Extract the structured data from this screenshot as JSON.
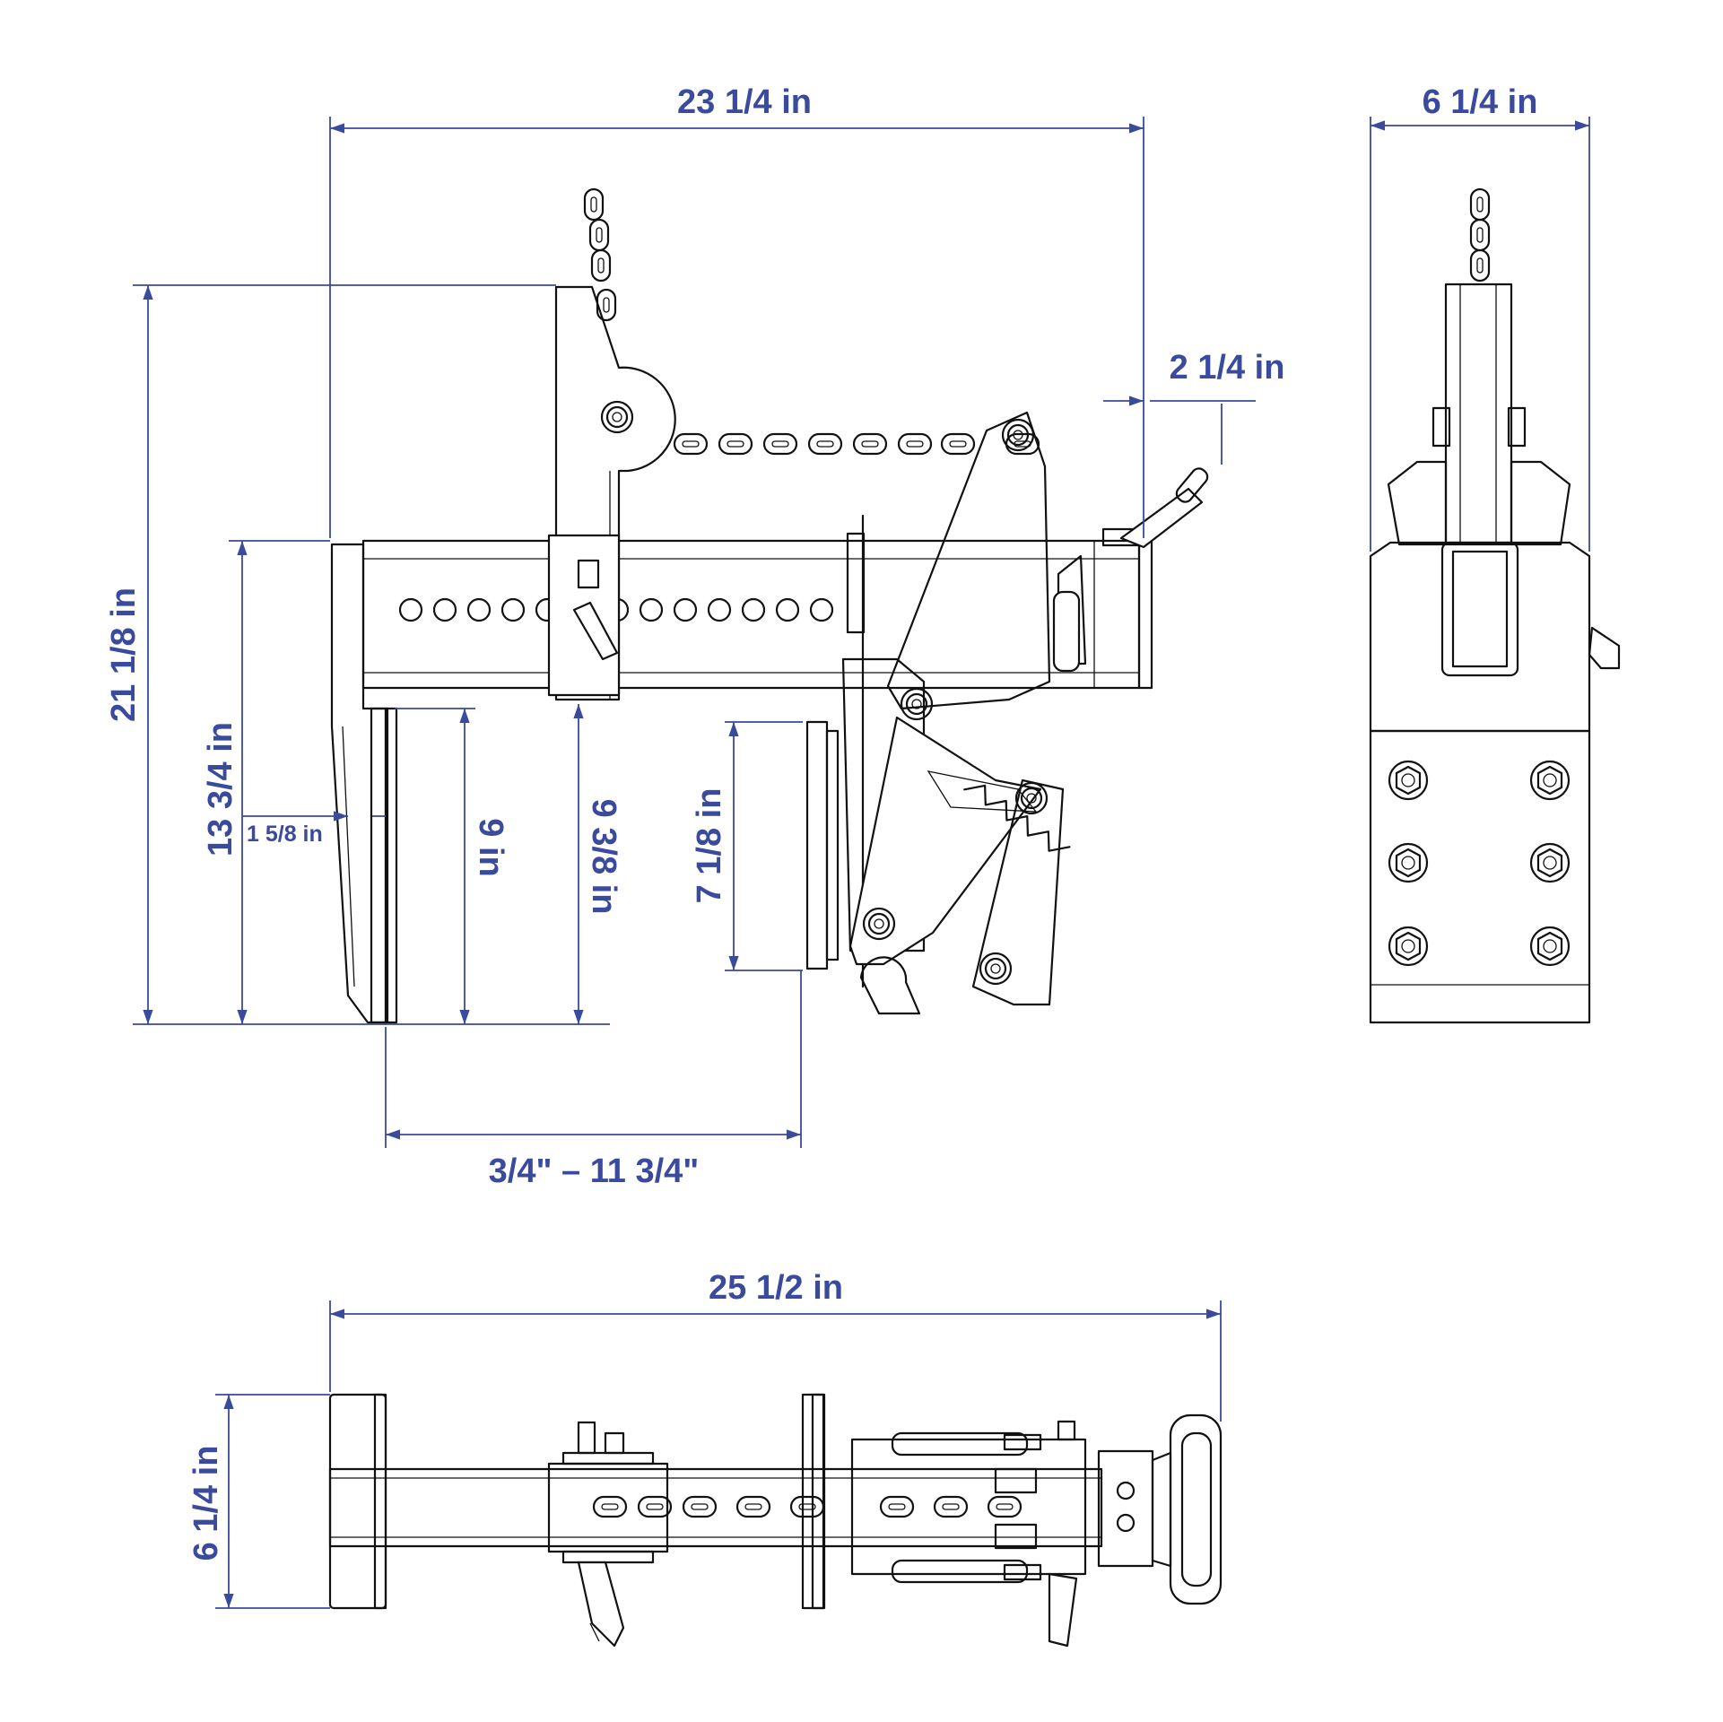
{
  "colors": {
    "dimension": "#3a4a9c",
    "line": "#111111",
    "background": "#ffffff"
  },
  "side_view": {
    "overall_width": "23 1/4 in",
    "overall_height": "21 1/8 in",
    "arm_height": "13 3/4 in",
    "pad_offset": "1 5/8 in",
    "pad_height": "9 in",
    "jaw_depth": "9 3/8 in",
    "movable_pad_height": "7 1/8 in",
    "handle_projection": "2 1/4 in",
    "jaw_opening": "3/4\" – 11 3/4\""
  },
  "end_view": {
    "width": "6 1/4 in"
  },
  "top_view": {
    "length": "25 1/2 in",
    "width": "6 1/4 in"
  }
}
